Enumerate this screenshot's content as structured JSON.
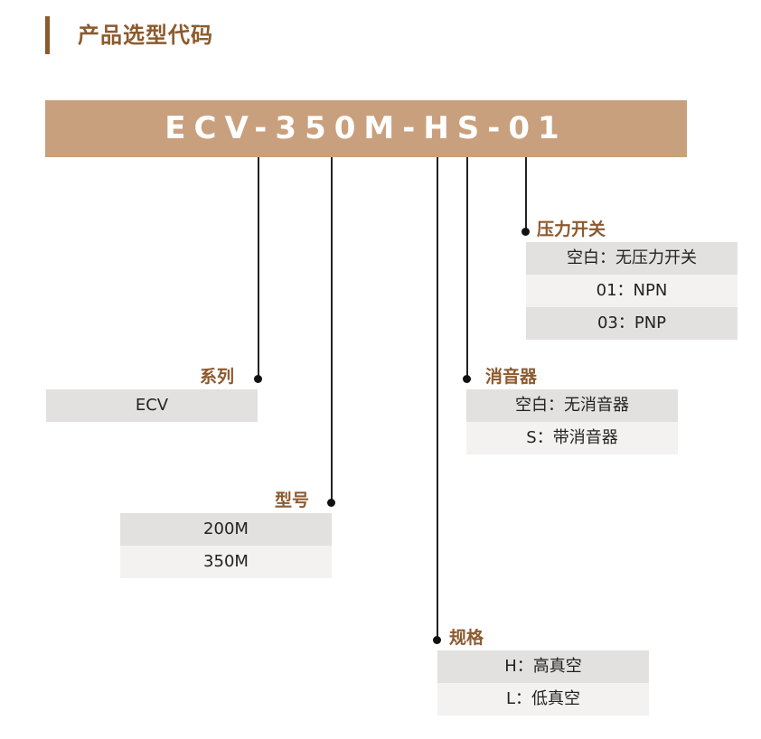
{
  "page_title": "产品选型代码",
  "model_code": "ECV-350M-HS-01",
  "groups": {
    "series": {
      "title": "系列",
      "options": [
        "ECV"
      ]
    },
    "model": {
      "title": "型号",
      "options": [
        "200M",
        "350M"
      ]
    },
    "spec": {
      "title": "规格",
      "options": [
        "H：高真空",
        "L：低真空"
      ]
    },
    "muffler": {
      "title": "消音器",
      "options": [
        "空白：无消音器",
        "S：带消音器"
      ]
    },
    "pressure_switch": {
      "title": "压力开关",
      "options": [
        "空白：无压力开关",
        "01：NPN",
        "03：PNP"
      ]
    }
  },
  "colors": {
    "accent": "#8c5a2e",
    "code_bar": "#c9a07d",
    "cell_dark": "#e3e1df",
    "cell_light": "#f3f2f1"
  }
}
